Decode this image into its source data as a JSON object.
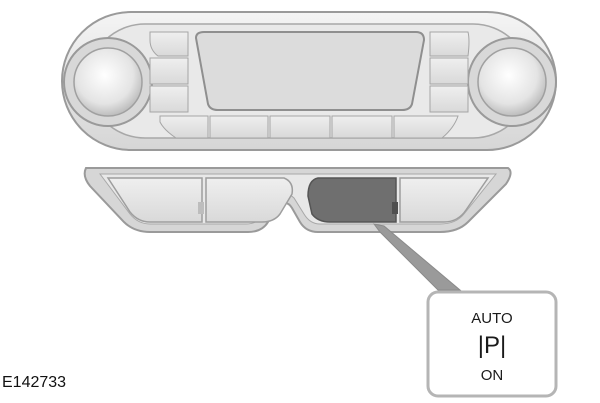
{
  "illustration": {
    "subject": "climate-control-panel-with-park-assist-button",
    "colors": {
      "outline": "#9a9a9a",
      "panel_fill": "#e6e6e6",
      "panel_light": "#f2f2f2",
      "highlighted_button": "#6f6f6f",
      "callout_border": "#b5b5b5"
    }
  },
  "callout": {
    "line1": "AUTO",
    "line2": "|P|",
    "line3": "ON"
  },
  "reference_code": "E142733"
}
